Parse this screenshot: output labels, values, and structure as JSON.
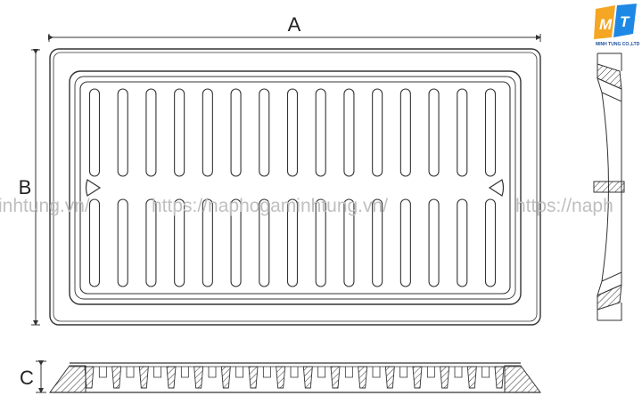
{
  "labels": {
    "width": "A",
    "length": "B",
    "height": "C"
  },
  "watermark": {
    "text": "https://naphogaminhtung.vn/",
    "fragment_left": "inhtung.vn/",
    "fragment_right": "https://naph"
  },
  "logo": {
    "letter_1": "M",
    "letter_2": "T",
    "caption": "MINH TUNG CO.,LTD",
    "color_1": "#f5a623",
    "color_2": "#1e88e5"
  },
  "grate": {
    "slot_columns": 15,
    "slot_rows": 2
  }
}
